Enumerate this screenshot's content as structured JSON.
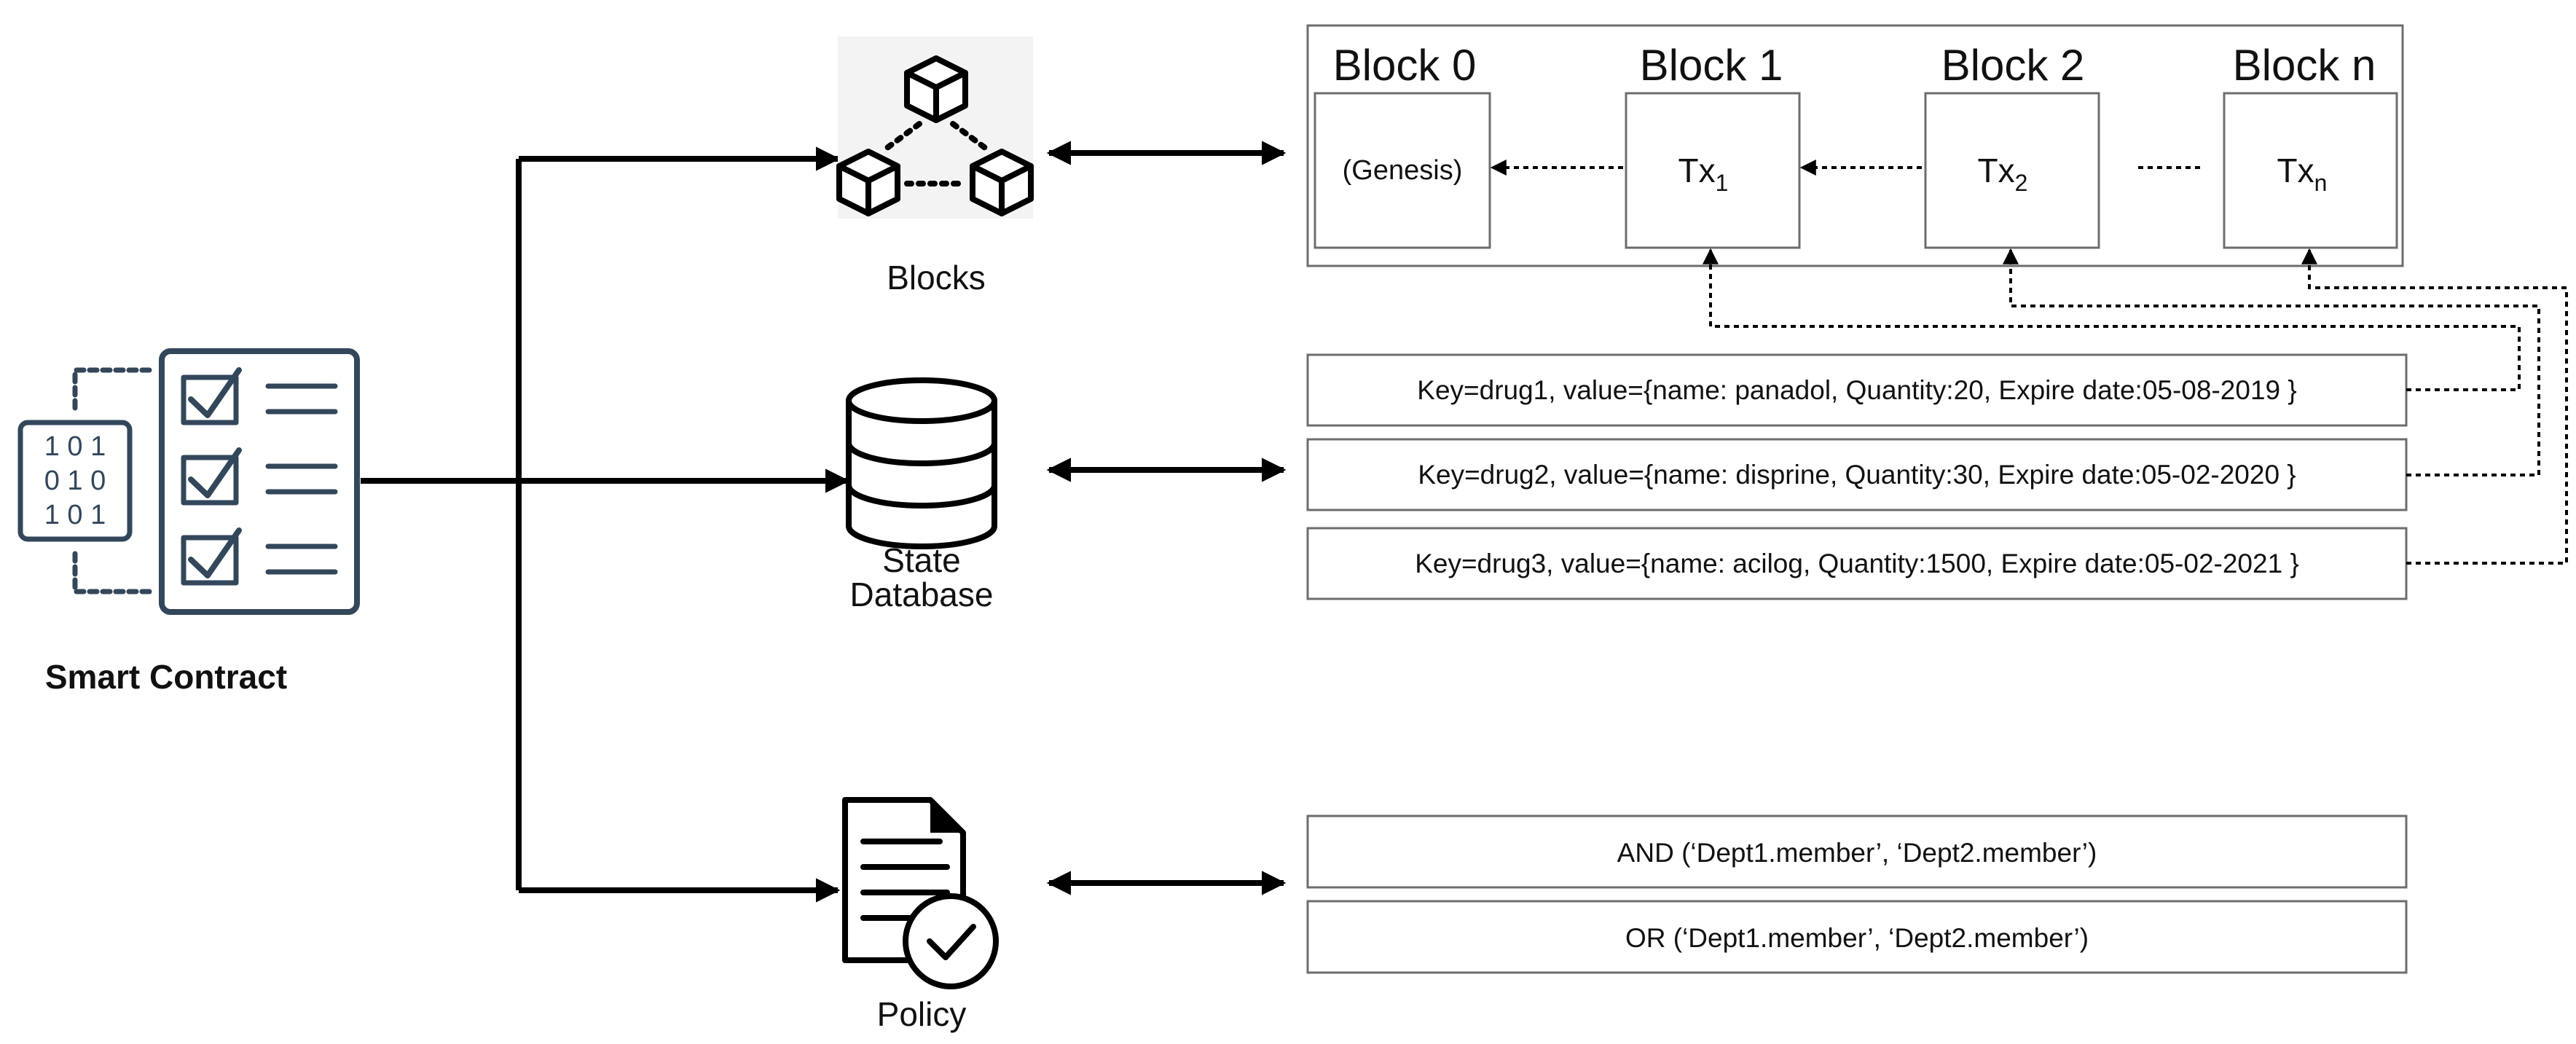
{
  "smart_contract": {
    "label": "Smart Contract",
    "binary_rows": [
      "1 0 1",
      "0 1 0",
      "1 0 1"
    ]
  },
  "components": {
    "blocks": {
      "label": "Blocks"
    },
    "state_db": {
      "label_line1": "State",
      "label_line2": "Database"
    },
    "policy": {
      "label": "Policy"
    }
  },
  "blockchain": {
    "blocks": [
      {
        "title": "Block 0",
        "content": "(Genesis)"
      },
      {
        "title": "Block 1",
        "tx": "Tx",
        "sub": "1"
      },
      {
        "title": "Block 2",
        "tx": "Tx",
        "sub": "2"
      },
      {
        "title": "Block n",
        "tx": "Tx",
        "sub": "n"
      }
    ]
  },
  "state_records": [
    "Key=drug1, value={name: panadol, Quantity:20, Expire date:05-08-2019 }",
    "Key=drug2, value={name: disprine, Quantity:30, Expire date:05-02-2020 }",
    "Key=drug3, value={name: acilog, Quantity:1500, Expire date:05-02-2021 }"
  ],
  "policies": [
    "AND (‘Dept1.member’, ‘Dept2.member’)",
    "OR (‘Dept1.member’, ‘Dept2.member’)"
  ],
  "colors": {
    "icon_slate": "#33475b",
    "box_border": "#6d6d6d",
    "line": "#000000"
  }
}
